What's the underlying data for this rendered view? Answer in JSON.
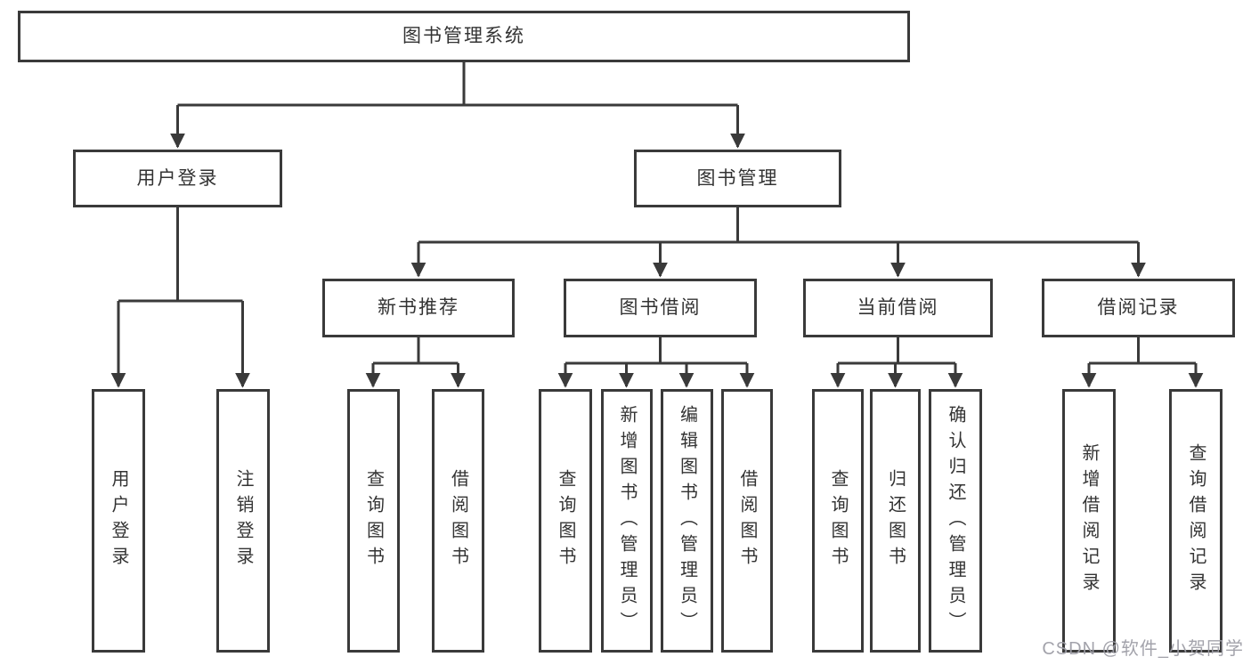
{
  "diagram": {
    "title": "图书管理系统",
    "root": {
      "label": "图书管理系统"
    },
    "level2": [
      {
        "label": "用户登录"
      },
      {
        "label": "图书管理"
      }
    ],
    "level3": [
      {
        "label": "新书推荐",
        "parent": "图书管理"
      },
      {
        "label": "图书借阅",
        "parent": "图书管理"
      },
      {
        "label": "当前借阅",
        "parent": "图书管理"
      },
      {
        "label": "借阅记录",
        "parent": "图书管理"
      }
    ],
    "leaves": [
      {
        "label": "用户登录",
        "parent": "用户登录"
      },
      {
        "label": "注销登录",
        "parent": "用户登录"
      },
      {
        "label": "查询图书",
        "parent": "新书推荐"
      },
      {
        "label": "借阅图书",
        "parent": "新书推荐"
      },
      {
        "label": "查询图书",
        "parent": "图书借阅"
      },
      {
        "label": "新增图书（管理员）",
        "parent": "图书借阅"
      },
      {
        "label": "编辑图书（管理员）",
        "parent": "图书借阅"
      },
      {
        "label": "借阅图书",
        "parent": "图书借阅"
      },
      {
        "label": "查询图书",
        "parent": "当前借阅"
      },
      {
        "label": "归还图书",
        "parent": "当前借阅"
      },
      {
        "label": "确认归还（管理员）",
        "parent": "当前借阅"
      },
      {
        "label": "新增借阅记录",
        "parent": "借阅记录"
      },
      {
        "label": "查询借阅记录",
        "parent": "借阅记录"
      }
    ]
  },
  "watermark": {
    "text": "CSDN @软件_小贺同学"
  },
  "colors": {
    "line": "#3a3a3a",
    "box_border": "#3a3a3a",
    "text": "#333333",
    "background": "#ffffff",
    "watermark": "#9e9ea6"
  }
}
